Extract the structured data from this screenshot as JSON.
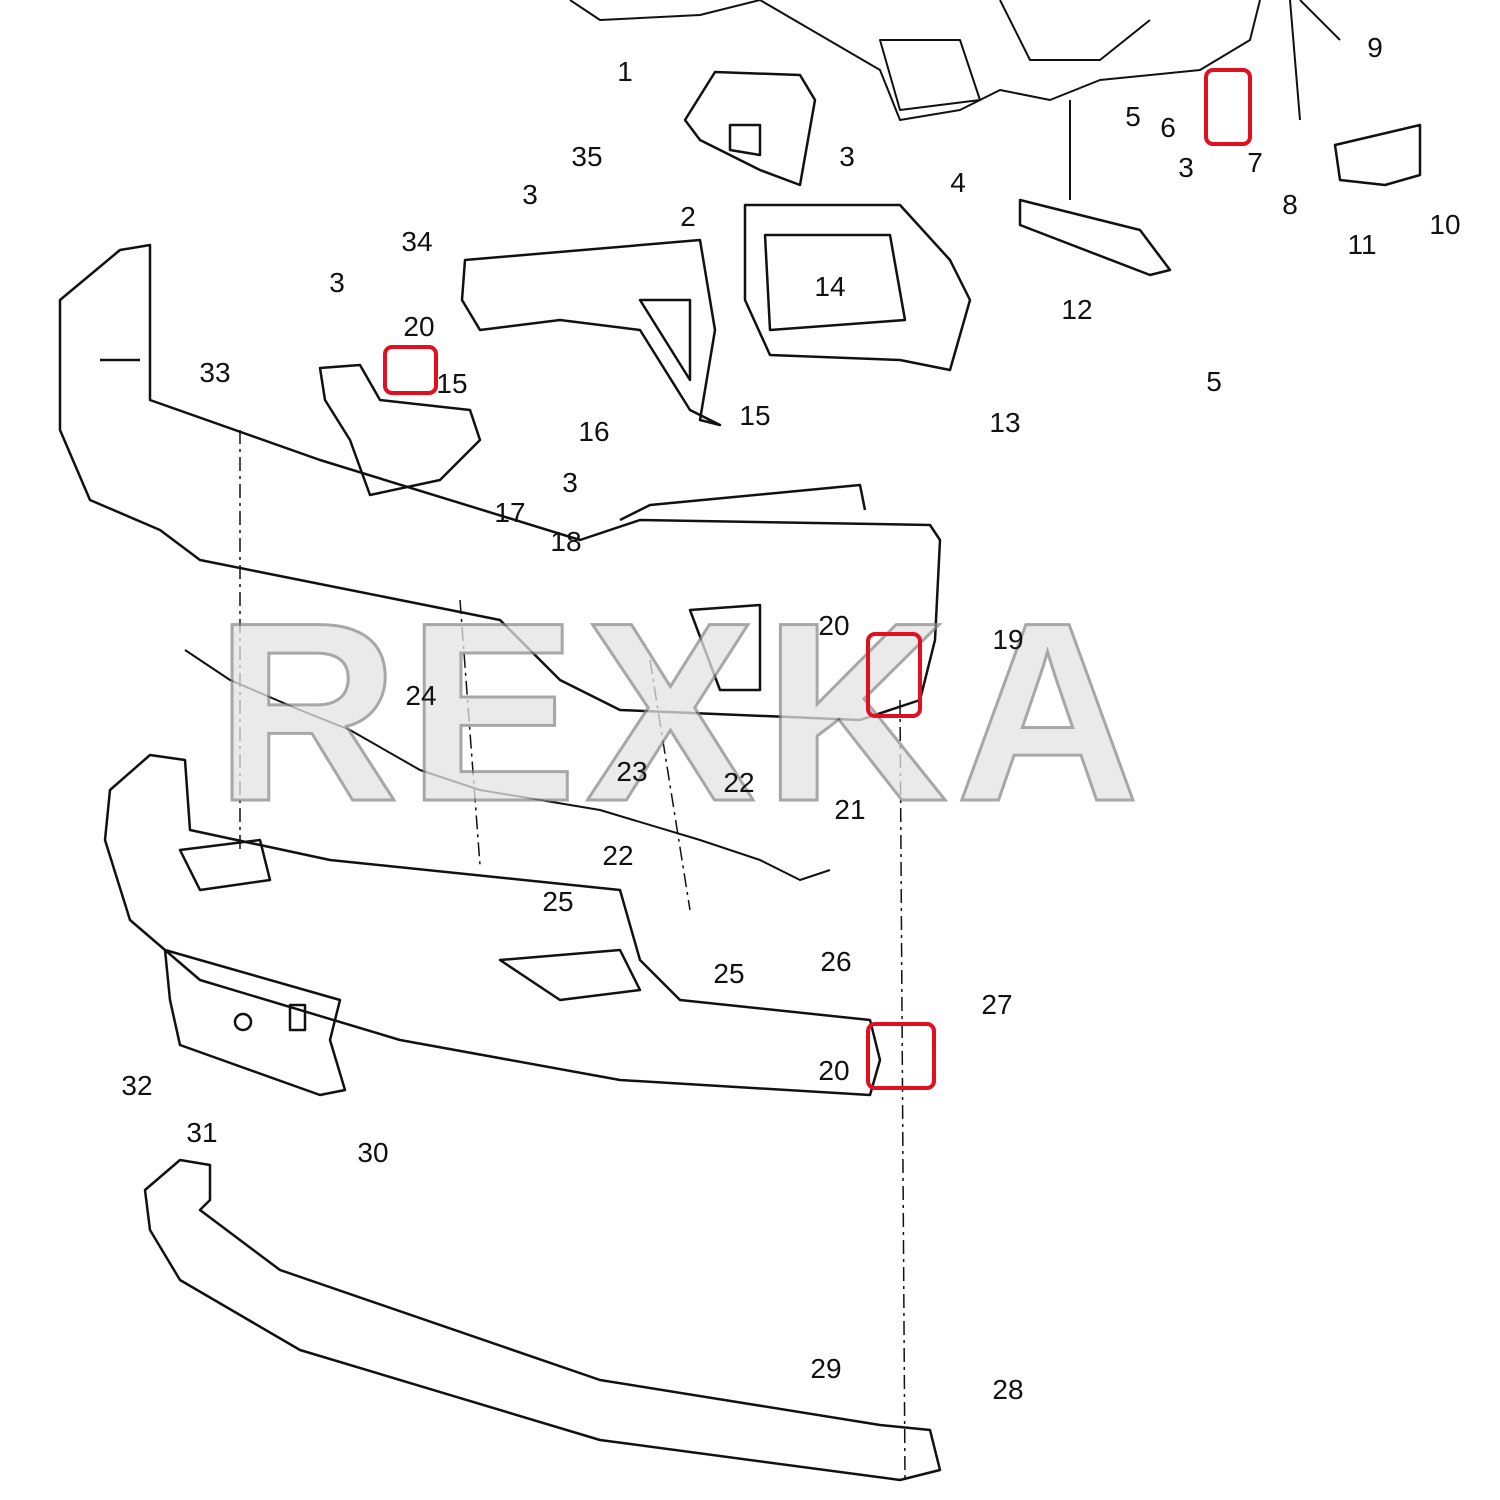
{
  "diagram": {
    "title": "Front bumper assembly exploded view",
    "watermark": "REXKA",
    "callouts": [
      "1",
      "9",
      "5",
      "6",
      "35",
      "3",
      "7",
      "3",
      "4",
      "3",
      "2",
      "8",
      "11",
      "10",
      "34",
      "14",
      "3",
      "12",
      "20",
      "33",
      "15",
      "5",
      "16",
      "15",
      "13",
      "3",
      "17",
      "18",
      "20",
      "19",
      "24",
      "23",
      "22",
      "21",
      "22",
      "25",
      "25",
      "26",
      "27",
      "20",
      "32",
      "31",
      "30",
      "29",
      "28"
    ],
    "highlight_color": "#e01020",
    "highlighted_parts": [
      "6",
      "20",
      "20",
      "20"
    ]
  }
}
